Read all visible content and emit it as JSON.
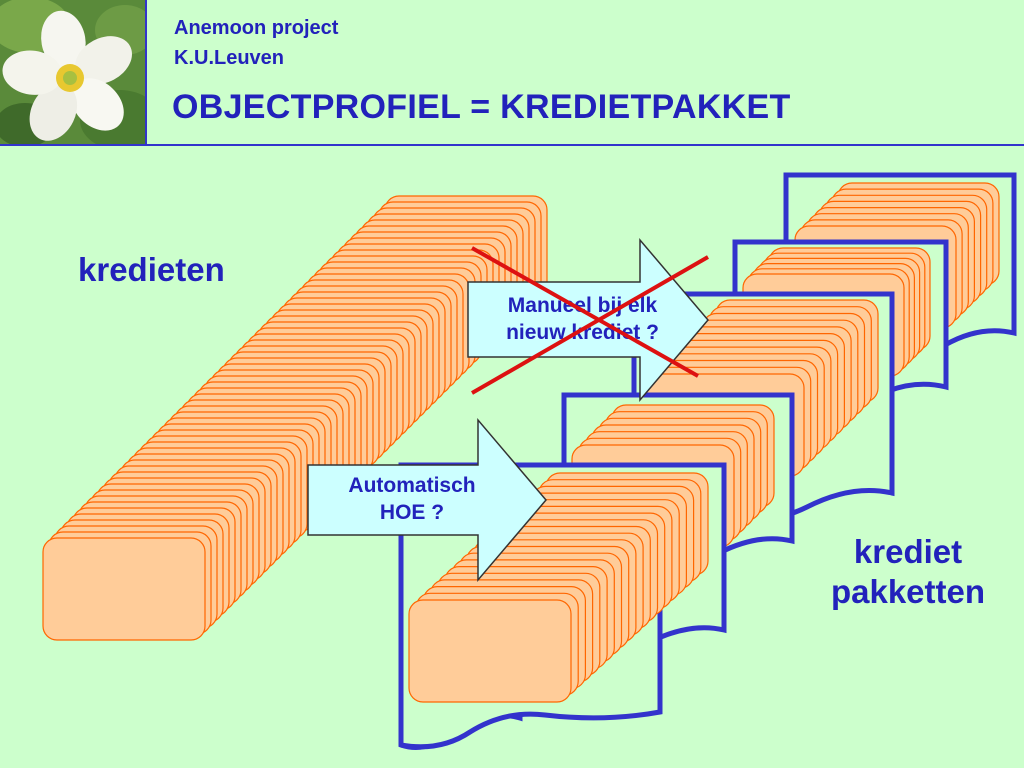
{
  "header": {
    "project": "Anemoon project",
    "university": "K.U.Leuven",
    "title": "OBJECTPROFIEL = KREDIETPAKKET"
  },
  "labels": {
    "kredieten": "kredieten",
    "pakketten_line1": "krediet",
    "pakketten_line2": "pakketten"
  },
  "arrows": {
    "manual_line1": "Manueel bij elk",
    "manual_line2": "nieuw krediet ?",
    "auto_line1": "Automatisch",
    "auto_line2": "HOE ?"
  },
  "colors": {
    "accent": "#2222bb",
    "card_fill": "#ffcc99",
    "card_stroke": "#ff6600",
    "arrow_fill": "#ccffff",
    "cross": "#dd1111",
    "background": "#ccffcc"
  }
}
